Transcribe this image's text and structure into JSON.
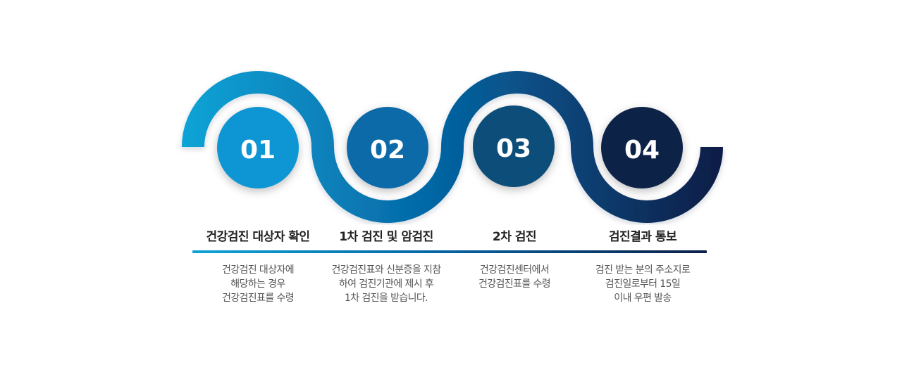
{
  "colors": {
    "wave_start": "#0fa3d6",
    "wave_mid": "#0569a7",
    "wave_end": "#0c1e48",
    "circle_1": "#1196d3",
    "circle_2": "#0f6aa8",
    "circle_3": "#114d7a",
    "circle_4": "#0f2147",
    "number_text": "#ffffff"
  },
  "steps": [
    {
      "number": "01",
      "title": "건강검진 대상자 확인",
      "description": [
        "건강검진 대상자에",
        "해당하는 경우",
        "건강검진표를 수령"
      ]
    },
    {
      "number": "02",
      "title": "1차 검진 및 암검진",
      "description": [
        "건강검진표와 신분증을 지참",
        "하여 검진기관에 제시 후",
        "1차 검진을 받습니다."
      ]
    },
    {
      "number": "03",
      "title": "2차 검진",
      "description": [
        "건강검진센터에서",
        "건강검진표를 수령"
      ]
    },
    {
      "number": "04",
      "title": "검진결과 통보",
      "description": [
        "검진 받는 분의 주소지로",
        "검진일로부터 15일",
        "이내 우편 발송"
      ]
    }
  ]
}
